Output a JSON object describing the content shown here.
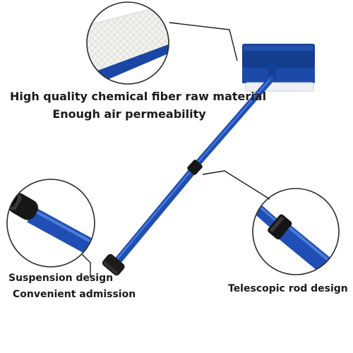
{
  "captions": {
    "material": {
      "line1": "High quality chemical fiber raw material",
      "line2": "Enough air permeability"
    },
    "suspension": {
      "line1": "Suspension design",
      "line2": "Convenient admission"
    },
    "telescopic": {
      "line1": "Telescopic rod design"
    }
  },
  "colors": {
    "pole_blue": "#1f4fb5",
    "pole_highlight": "#5b86e0",
    "grip_black": "#1b1b1b",
    "squeegee_blue": "#153d8f",
    "sponge_white": "#f2f2ef",
    "circle_outline": "#2a2a2a"
  }
}
